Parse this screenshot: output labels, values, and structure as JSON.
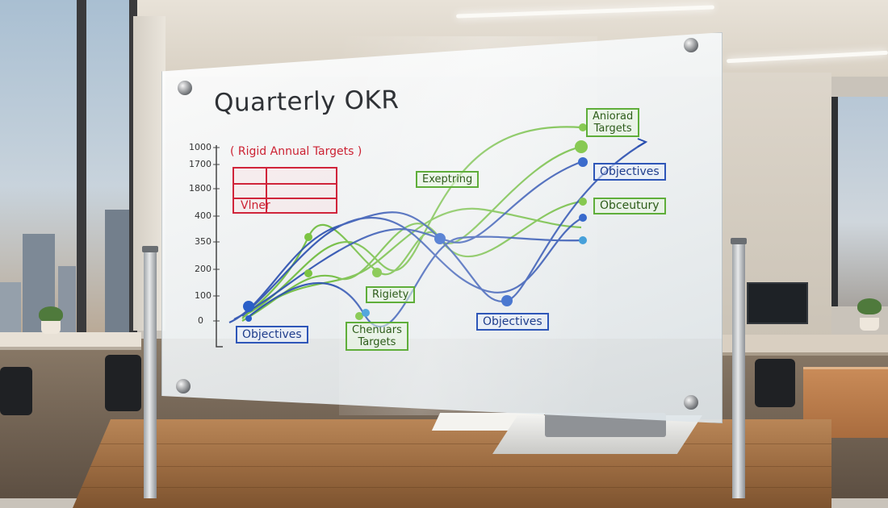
{
  "board": {
    "title": "Quarterly OKR",
    "y_axis_ticks": [
      "1000",
      "1700",
      "1800",
      "400",
      "350",
      "200",
      "100",
      "0"
    ],
    "red_label": "( Rigid Annual Targets )",
    "red_box_text": "Vlner",
    "labels": {
      "objectives_bottom_left": "Objectives",
      "chenuars_targets": "Chenuars\nTargets",
      "rigiety": "Rigiety",
      "exeptring": "Exeptring",
      "objectives_bottom_mid": "Objectives",
      "aniorad_targets": "Aniorad\nTargets",
      "objectives_right": "Objectives",
      "obcutury": "Obceutury"
    }
  },
  "colors": {
    "blue_line": "#2a4fb0",
    "green_line": "#6dbb3a",
    "red_marker": "#cc2233",
    "node_blue": "#2a5fc8",
    "node_green": "#7cc442"
  }
}
